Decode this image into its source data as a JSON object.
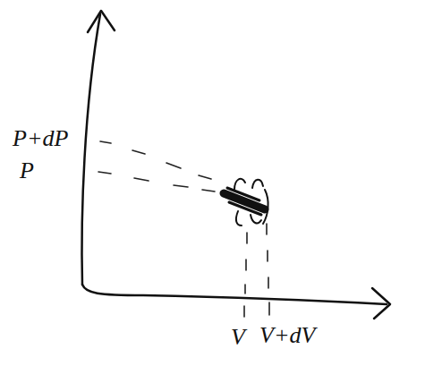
{
  "diagram": {
    "labels": [
      "P+dP",
      "P",
      "V",
      "V+dV"
    ]
  }
}
